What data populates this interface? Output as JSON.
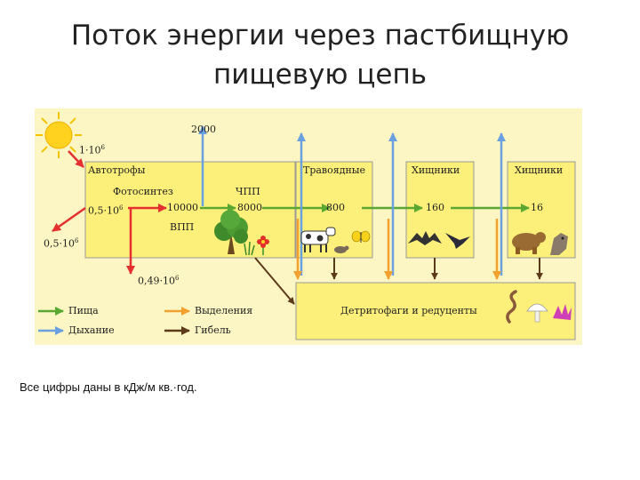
{
  "title": {
    "line1": "Поток энергии через пастбищную",
    "line2": "пищевую цепь"
  },
  "diagram": {
    "sun_input": "1·10",
    "sun_input_exp": "6",
    "reflected": "0,5·10",
    "reflected_exp": "6",
    "autotrophs": {
      "label": "Автотрофы",
      "photosynthesis": "Фотосинтез",
      "absorbed": "0,5·10",
      "absorbed_exp": "6",
      "gpp": "10000",
      "npp_label": "ЧПП",
      "npp": "8000",
      "gpp_label": "ВПП"
    },
    "respiration_top": "2000",
    "not_used": "0,49·10",
    "not_used_exp": "6",
    "herbivores": {
      "label": "Травоядные",
      "value": "800"
    },
    "carnivores1": {
      "label": "Хищники",
      "value": "160"
    },
    "carnivores2": {
      "label": "Хищники",
      "value": "16"
    },
    "decomposers": "Детритофаги и редуценты",
    "legend": {
      "food": "Пища",
      "respiration": "Дыхание",
      "excretion": "Выделения",
      "death": "Гибель"
    },
    "colors": {
      "food": "#5aa832",
      "respiration": "#6a9fe0",
      "excretion": "#f2a12e",
      "death": "#5b3a1a",
      "sun_arrow": "#e53030",
      "box": "#fdf07a"
    },
    "icons": [
      "sun-icon",
      "tree-icon",
      "flower-icon",
      "grass-icon",
      "cow-icon",
      "mouse-icon",
      "butterfly-icon",
      "bat-icon",
      "swallow-icon",
      "bear-icon",
      "owl-icon",
      "worm-icon",
      "mushroom-icon",
      "fungus-icon"
    ]
  },
  "footnote": "Все цифры даны в кДж/м кв.·год."
}
